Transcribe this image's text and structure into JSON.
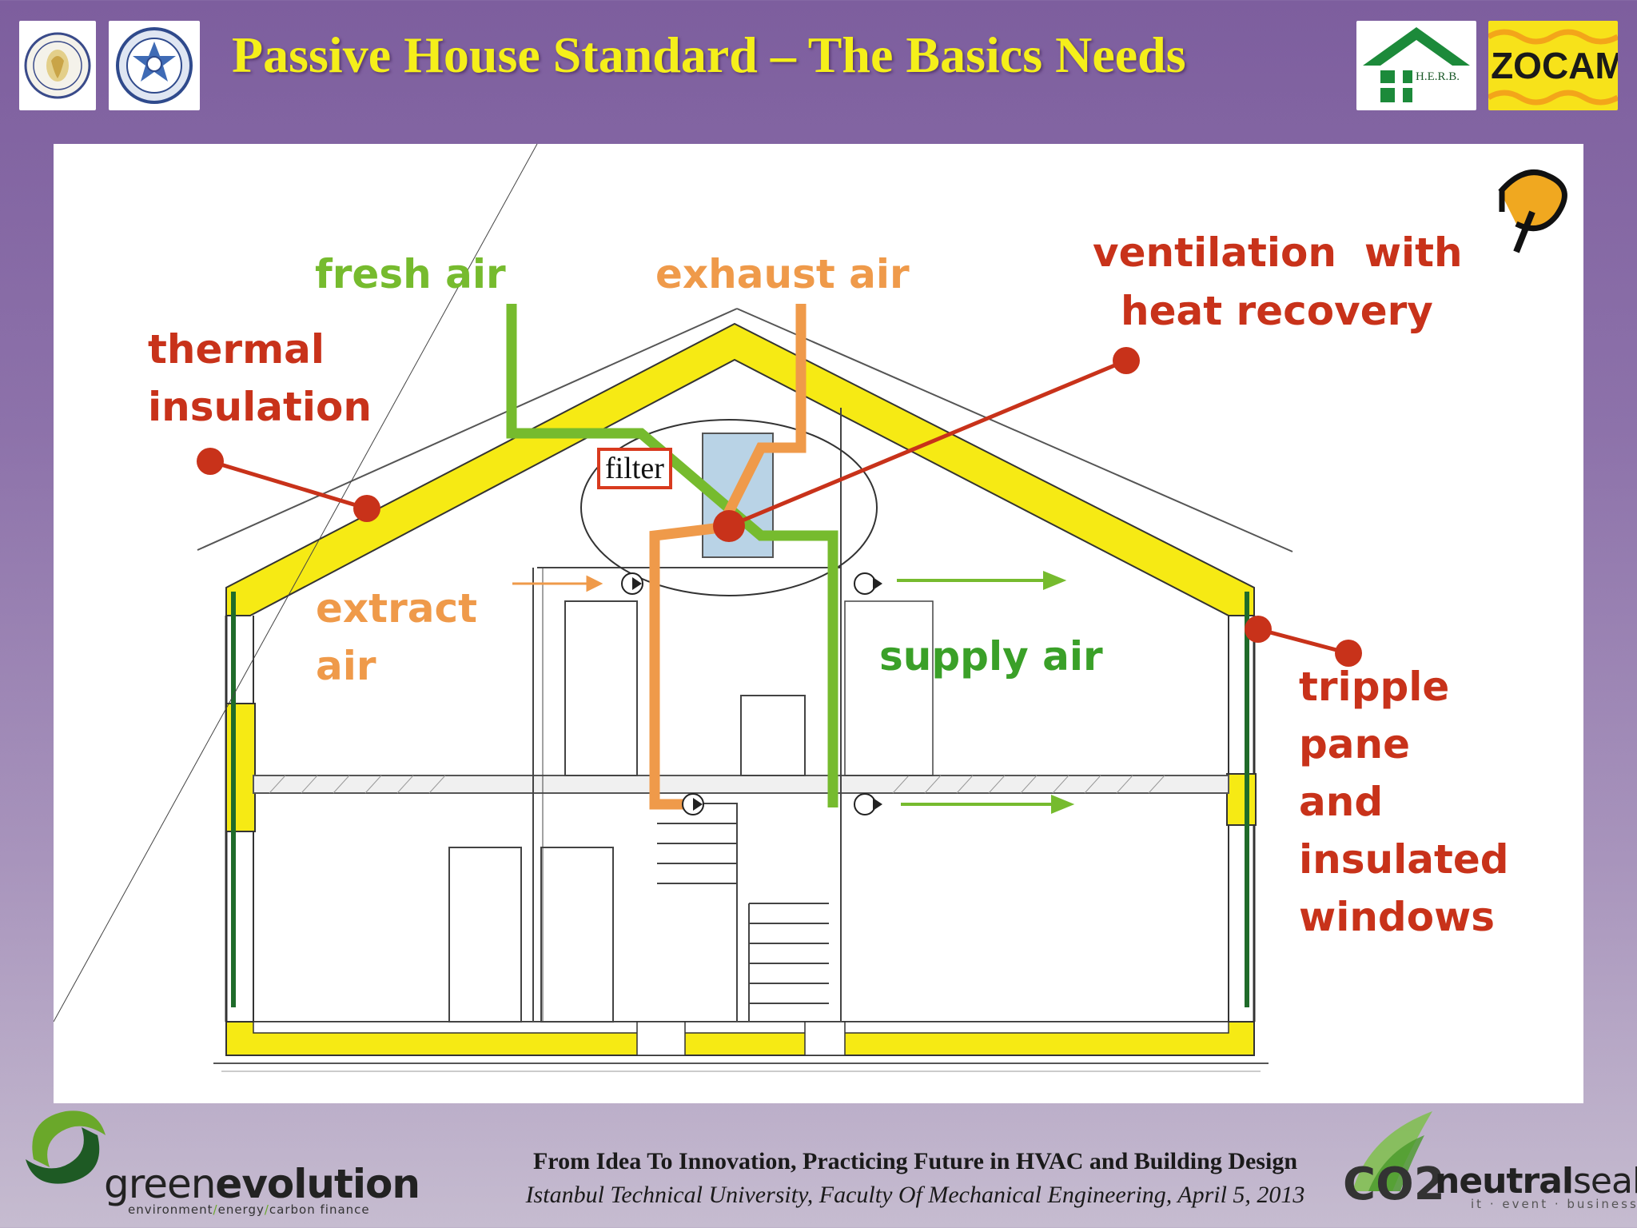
{
  "header": {
    "title": "Passive House Standard – The Basics Needs",
    "logos": {
      "left1": "university-seal-logo",
      "left2": "engineering-society-seal-logo",
      "herb": "H.E.R.B.",
      "izocam": "İZOCAM"
    }
  },
  "diagram": {
    "labels": {
      "fresh_air": "fresh air",
      "exhaust_air": "exhaust air",
      "ventilation_line1": "ventilation  with",
      "ventilation_line2": "heat recovery",
      "thermal_line1": "thermal",
      "thermal_line2": "insulation",
      "filter": "filter",
      "extract_line1": "extract",
      "extract_line2": "air",
      "supply_air": "supply air",
      "windows_line1": "tripple",
      "windows_line2": "pane",
      "windows_line3": "and",
      "windows_line4": "insulated",
      "windows_line5": "windows"
    },
    "colors": {
      "insulation": "#f6ea14",
      "fresh": "#76bb2e",
      "exhaust": "#ef9a4a",
      "pointer": "#c8321a",
      "extract_text": "#ef9a4a",
      "supply_text": "#3aa028"
    }
  },
  "footer": {
    "line1": "From Idea To Innovation,  Practicing Future in HVAC and Building Design",
    "line2": "Istanbul Technical University, Faculty Of Mechanical Engineering, April 5, 2013",
    "greenevolution_light": "green",
    "greenevolution_bold": "evolution",
    "greenevolution_tag1": "environment",
    "greenevolution_tag2": "energy",
    "greenevolution_tag3": "carbon finance",
    "neutralseal_bold": "neutral",
    "neutralseal_light": "seal",
    "neutralseal_tag": "it · event · business",
    "co2": "CO2"
  }
}
